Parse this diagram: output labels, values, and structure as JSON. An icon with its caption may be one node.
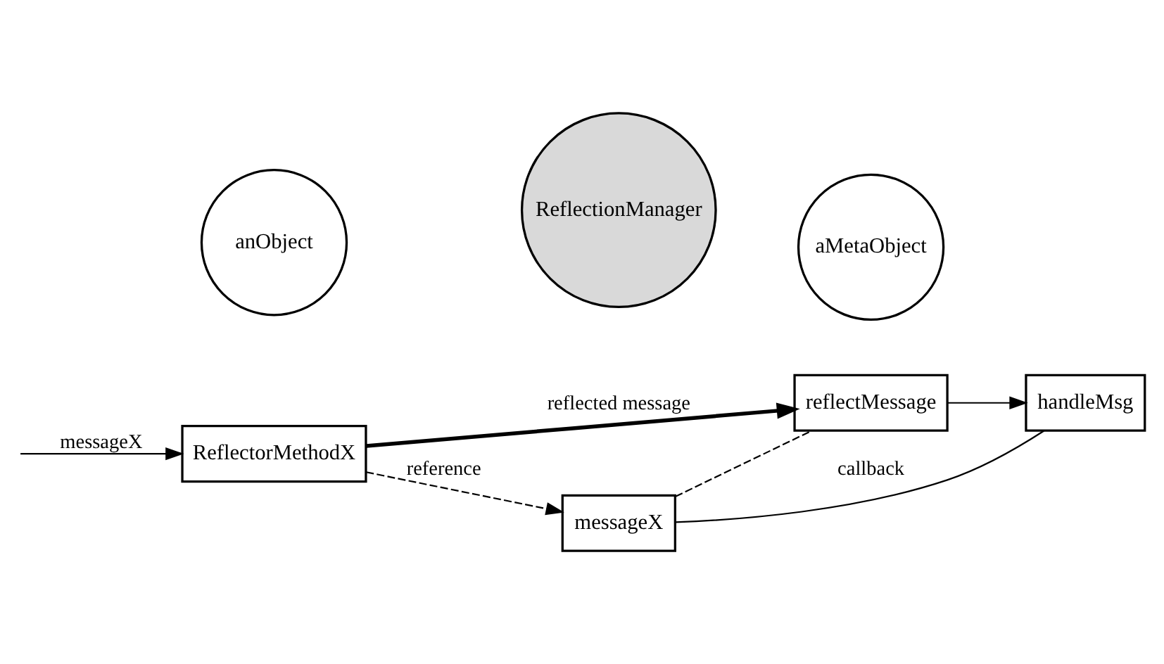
{
  "diagram": {
    "nodes": [
      {
        "text": [
          "anObject"
        ]
      },
      {
        "text": [
          "ReflectorMethodX"
        ]
      },
      {
        "text": [
          "ReflectionManager"
        ]
      },
      {
        "text": [
          "reflectMessage"
        ]
      },
      {
        "text": [
          "messageX"
        ]
      },
      {
        "text": [
          "aMetaObject"
        ]
      },
      {
        "text": [
          "handleMsg"
        ]
      }
    ],
    "edges": [
      {
        "from": null,
        "to": 1,
        "arrow": "to",
        "label": "messageX"
      },
      {
        "from": 1,
        "to": 3,
        "arrow": "to",
        "label": "reflected message",
        "style": "thick"
      },
      {
        "from": 1,
        "to": 4,
        "arrow": "to",
        "label": "reference",
        "style": "dashed"
      },
      {
        "from": 3,
        "to": 6,
        "arrow": "to"
      },
      {
        "from": 4,
        "to": 3,
        "arrow": "none",
        "style": "dashed"
      },
      {
        "from": 4,
        "to": 6,
        "arrow": "none",
        "label": "callback"
      }
    ]
  }
}
